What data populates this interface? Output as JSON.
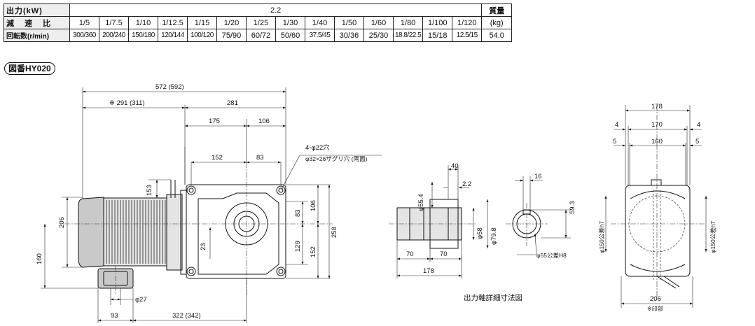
{
  "spec_table": {
    "output_label": "出力(kW)",
    "output_value": "2.2",
    "mass_label": "質量",
    "mass_unit": "(kg)",
    "mass_value": "54.0",
    "ratio_label": "減 速 比",
    "speed_label": "回転数(r/min)",
    "ratios": [
      "1/5",
      "1/7.5",
      "1/10",
      "1/12.5",
      "1/15",
      "1/20",
      "1/25",
      "1/30",
      "1/40",
      "1/50",
      "1/60",
      "1/80",
      "1/100",
      "1/120"
    ],
    "speeds": [
      "300/360",
      "200/240",
      "150/180",
      "120/144",
      "100/120",
      "75/90",
      "60/72",
      "50/60",
      "37.5/45",
      "30/36",
      "25/30",
      "18.8/22.5",
      "15/18",
      "12.5/15"
    ]
  },
  "figure_tag": "図番HY020",
  "front_view": {
    "overall_length": "572 (592)",
    "motor_length": "※ 291 (311)",
    "gear_length": "281",
    "d175": "175",
    "d106_top": "106",
    "d152_h": "152",
    "d83_h": "83",
    "d153": "153",
    "d206": "206",
    "d160": "160",
    "d23": "23",
    "d83_v": "83",
    "d106_v": "106",
    "d129": "129",
    "d152_v": "152",
    "d258": "258",
    "d27": "φ27",
    "d93": "93",
    "d322": "322 (342)",
    "note_holes": "4-φ22穴",
    "note_counterbore": "φ32×26ザグリ穴 (両面)"
  },
  "shaft_view": {
    "d40": "40",
    "d2_2": "2.2",
    "d55_4": "φ55.4",
    "d58": "φ58",
    "d79_8": "φ79.8",
    "d70_left": "70",
    "d70_right": "70",
    "d178": "178",
    "d16": "16",
    "d59_3": "59.3",
    "d55h8": "φ55公差H8",
    "caption": "出力軸詳細寸法図"
  },
  "side_view": {
    "d178": "178",
    "d4_left": "4",
    "d170": "170",
    "d4_right": "4",
    "d5_left": "5",
    "d160": "160",
    "d5_right": "5",
    "d150_left": "φ150公差h7",
    "d150_right": "φ150公差h7",
    "d206": "206",
    "note": "※印部"
  }
}
